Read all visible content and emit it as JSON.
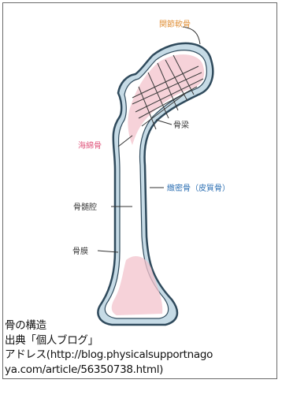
{
  "diagram": {
    "labels": {
      "articular_cartilage": "関節軟骨",
      "trabeculae": "骨梁",
      "spongy_bone": "海綿骨",
      "compact_bone": "緻密骨（皮質骨）",
      "medullary_cavity": "骨髄腔",
      "periosteum": "骨膜"
    }
  },
  "caption": {
    "line1": "骨の構造",
    "line2": "出典「個人ブログ」",
    "line3": "アドレス(http://blog.physicalsupportnago",
    "line4": "ya.com/article/56350738.html)"
  },
  "colors": {
    "bone_outline": "#2f4a5c",
    "cortex_fill": "#c6dbe6",
    "marrow_pink": "#f3c3cc",
    "label_orange": "#e0913a",
    "label_pink": "#e0587e",
    "label_blue": "#2c6fb3",
    "label_dark": "#3a3a3a"
  }
}
